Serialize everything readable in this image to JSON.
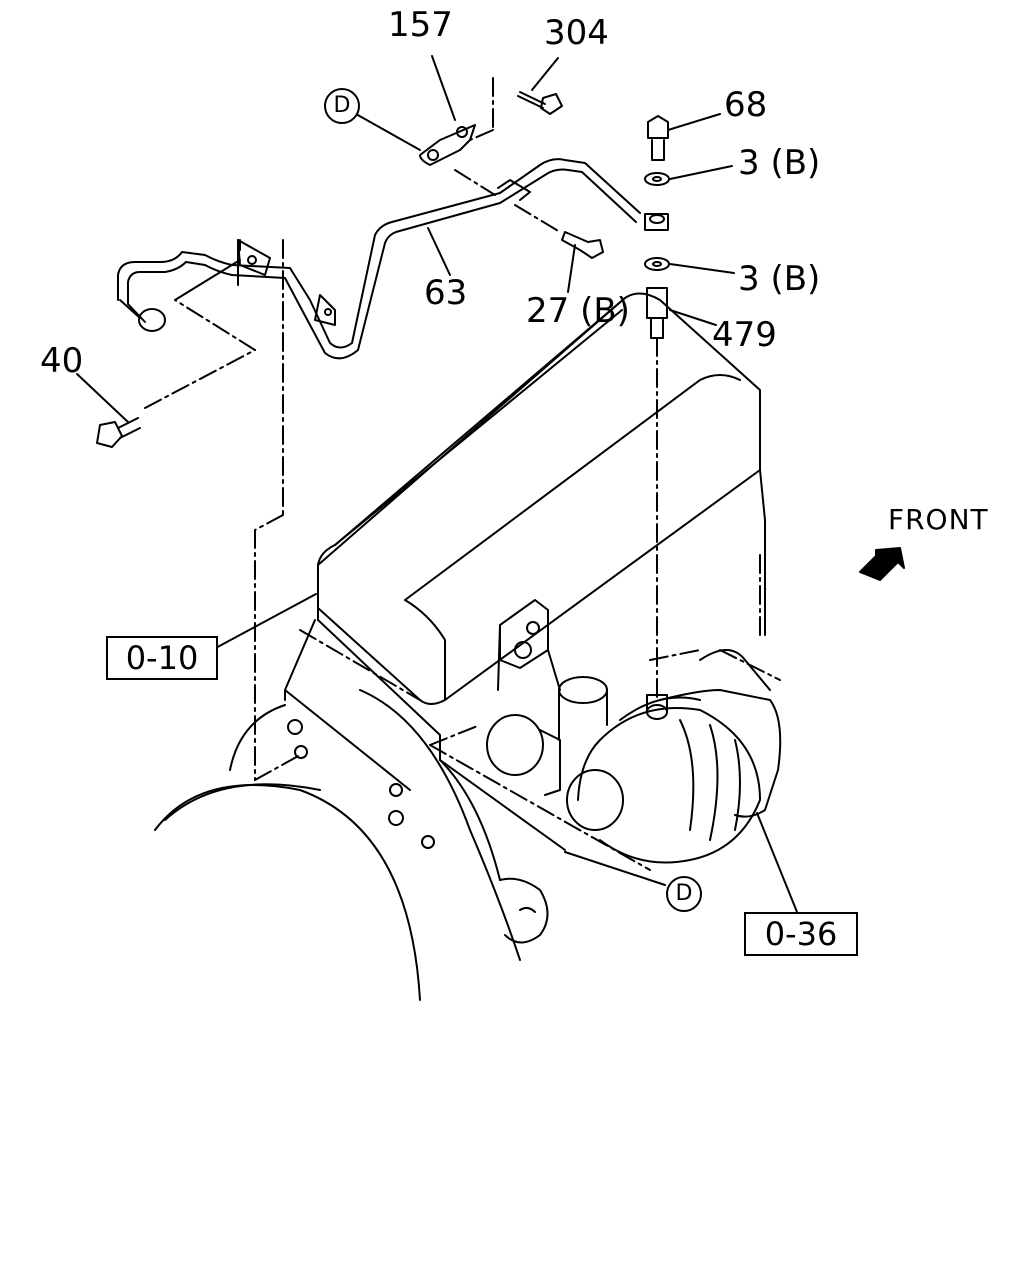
{
  "callouts": {
    "p157": "157",
    "p304": "304",
    "p68": "68",
    "p3b_top": "3 (B)",
    "p3b_bottom": "3 (B)",
    "p63": "63",
    "p27b": "27 (B)",
    "p479": "479",
    "p40": "40"
  },
  "references": {
    "ref_0_10": "0-10",
    "ref_0_36": "0-36"
  },
  "markers": {
    "d_top": "D",
    "d_bottom": "D"
  },
  "direction": {
    "front_label": "FRONT",
    "arrow_icon": "front-arrow-icon"
  },
  "colors": {
    "line": "#000000",
    "background": "#ffffff"
  }
}
